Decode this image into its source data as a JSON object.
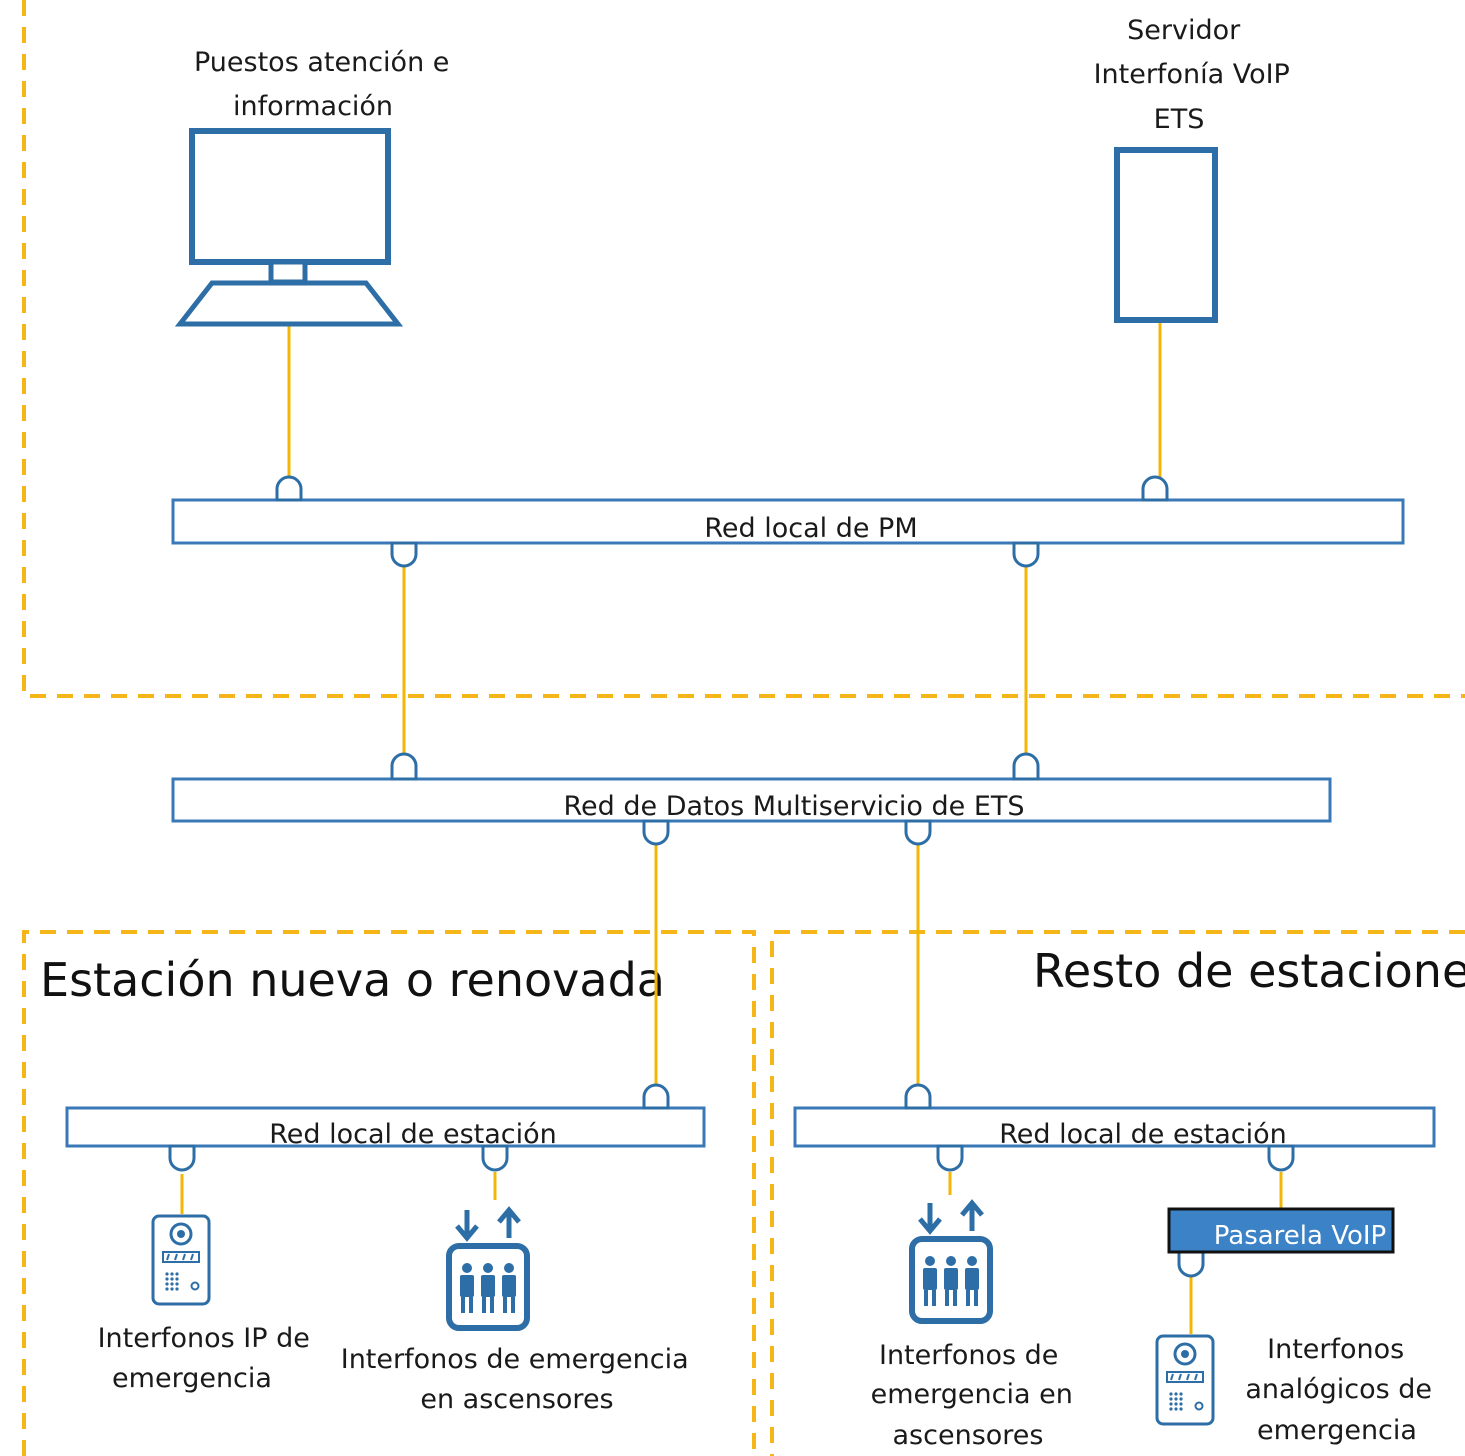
{
  "colors": {
    "zone_border": "#f4b619",
    "link": "#f2b705",
    "network_bar": "#3a78b8",
    "device": "#2d6ea6",
    "gateway_fill": "#3b82c6"
  },
  "zones": {
    "new_station_title": "Estación nueva o renovada",
    "rest_stations_title": "Resto de estaciones"
  },
  "networks": {
    "pm_lan": "Red local de PM",
    "ets_data": "Red de Datos Multiservicio de ETS",
    "station_lan_left": "Red local de estación",
    "station_lan_right": "Red local de estación"
  },
  "devices": {
    "workstation_label": [
      "Puestos atención e",
      "información"
    ],
    "server_label": [
      "Servidor",
      "Interfonía VoIP",
      "ETS"
    ],
    "ip_intercom_label": [
      "Interfonos IP de",
      "emergencia"
    ],
    "elevator_left_label": [
      "Interfonos de emergencia",
      "en ascensores"
    ],
    "elevator_right_label": [
      "Interfonos de",
      "emergencia en",
      "ascensores"
    ],
    "analog_intercom_label": [
      "Interfonos",
      "analógicos de",
      "emergencia"
    ],
    "gateway_label": "Pasarela VoIP"
  },
  "icons": [
    "computer-icon",
    "server-icon",
    "intercom-panel-icon",
    "elevator-icon"
  ]
}
